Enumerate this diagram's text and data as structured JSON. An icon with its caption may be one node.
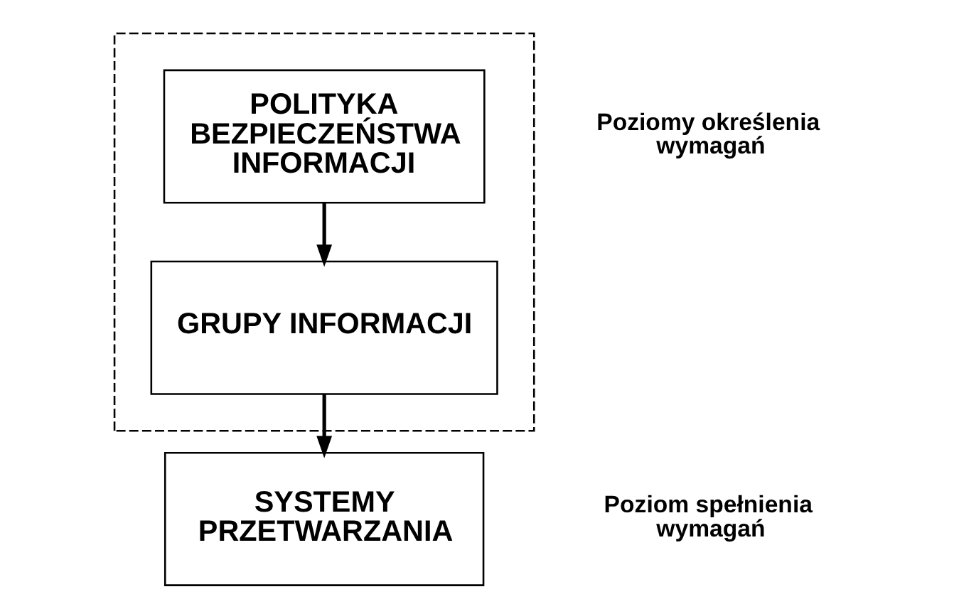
{
  "diagram": {
    "nodes": [
      {
        "text": [],
        "shape": "box"
      },
      {
        "text": [
          "POLITYKA BEZPIECZEŃSTWA INFORMACJI"
        ],
        "in": 0
      },
      {
        "text": [
          "GRUPY INFORMACJI"
        ],
        "in": 0
      },
      {
        "text": [
          "SYSTEMY PRZETWARZANIA"
        ]
      }
    ],
    "edges": [
      {
        "from": 1,
        "to": 2,
        "arrow": "to"
      },
      {
        "from": 2,
        "to": 3,
        "arrow": "to"
      }
    ],
    "labels": [
      "Poziomy określenia wymagań",
      "Poziom spełnienia wymagań"
    ]
  }
}
